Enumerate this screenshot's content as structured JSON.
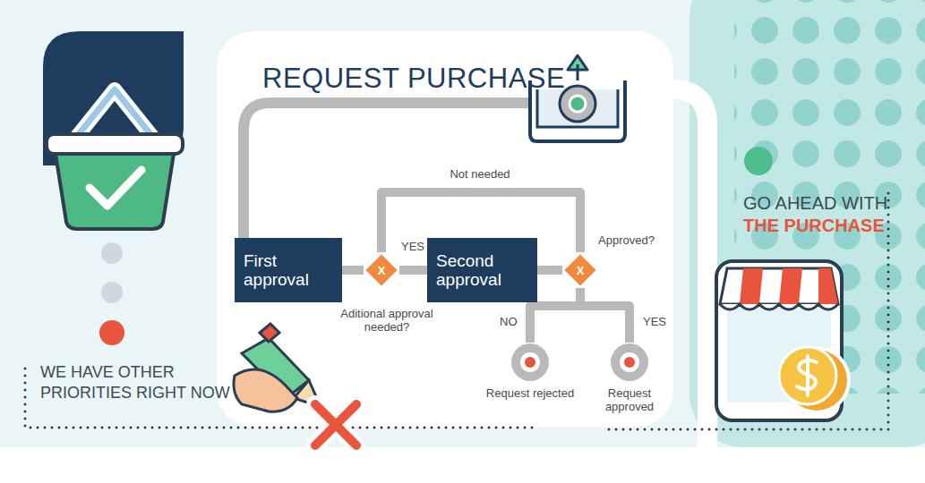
{
  "diagram": {
    "title": "REQUEST PURCHASE",
    "nodes": [
      {
        "text": [
          "First approval"
        ]
      },
      {
        "text": [
          "X"
        ]
      },
      {
        "text": [
          "Second approval"
        ]
      },
      {
        "text": [
          "X"
        ]
      },
      {
        "text": [
          "Request rejected"
        ]
      },
      {
        "text": [
          "Request approved"
        ]
      }
    ],
    "edges": [
      {
        "from": 0,
        "to": 1,
        "arrow": "none"
      },
      {
        "from": 1,
        "to": 2,
        "label": "YES",
        "arrow": "none"
      },
      {
        "from": 1,
        "to": 3,
        "label": "Not needed",
        "arrow": "none"
      },
      {
        "from": 2,
        "to": 3,
        "arrow": "none"
      },
      {
        "from": 3,
        "to": 4,
        "label": "NO",
        "arrow": "none"
      },
      {
        "from": 3,
        "to": 5,
        "label": "YES",
        "arrow": "none"
      }
    ],
    "labels": [
      "Aditional approval needed?",
      "Approved?",
      "GO AHEAD WITH THE PURCHASE",
      "WE HAVE OTHER PRIORITIES RIGHT NOW"
    ]
  }
}
